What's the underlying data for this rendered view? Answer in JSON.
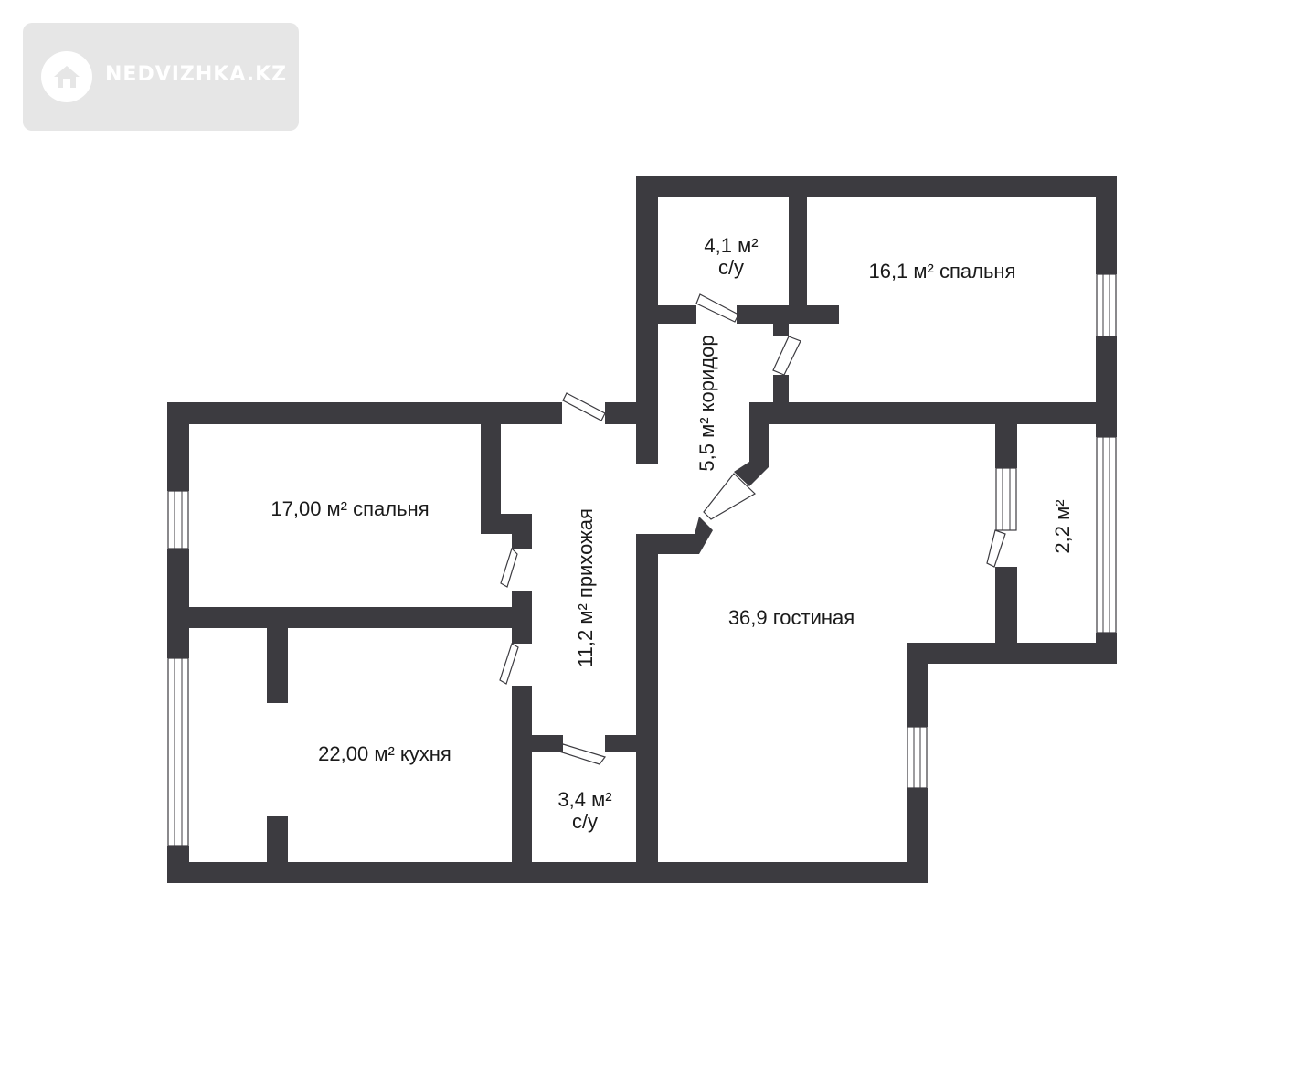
{
  "watermark": {
    "brand": "NEDVIZHKA.KZ",
    "icon": "house-icon"
  },
  "rooms": {
    "bath_top": {
      "area": "4,1 м²",
      "name": "с/у"
    },
    "bedroom_top_right": {
      "text": "16,1 м² спальня"
    },
    "corridor": {
      "text": "5,5 м² коридор"
    },
    "bedroom_left": {
      "text": "17,00 м² спальня"
    },
    "hallway": {
      "text": "11,2 м² прихожая"
    },
    "living": {
      "text": "36,9 гостиная"
    },
    "balcony": {
      "text": "2,2 м²"
    },
    "kitchen": {
      "text": "22,00 м² кухня"
    },
    "bath_bottom": {
      "area": "3,4 м²",
      "name": "с/у"
    }
  },
  "colors": {
    "wall": "#3c3b40",
    "background": "#ffffff",
    "watermark_bg": "#e6e6e6"
  }
}
